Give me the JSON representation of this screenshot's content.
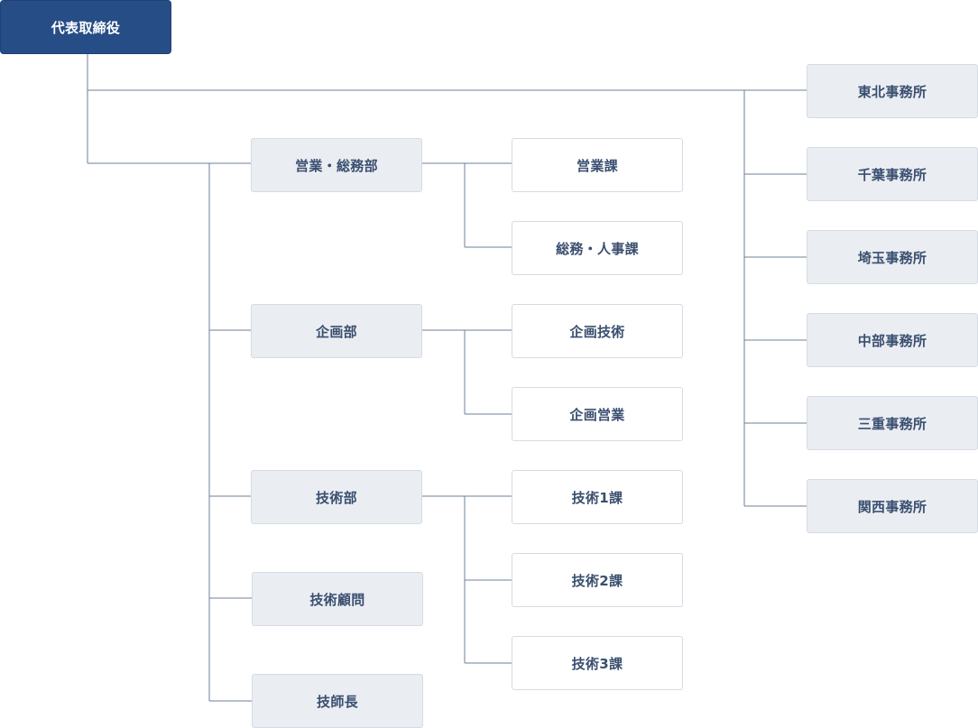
{
  "chart": {
    "root": {
      "label": "代表取締役"
    },
    "departments": [
      {
        "label": "営業・総務部"
      },
      {
        "label": "企画部"
      },
      {
        "label": "技術部"
      },
      {
        "label": "技術顧問"
      },
      {
        "label": "技師長"
      }
    ],
    "sections": [
      {
        "label": "営業課"
      },
      {
        "label": "総務・人事課"
      },
      {
        "label": "企画技術"
      },
      {
        "label": "企画営業"
      },
      {
        "label": "技術1課"
      },
      {
        "label": "技術2課"
      },
      {
        "label": "技術3課"
      }
    ],
    "offices": [
      {
        "label": "東北事務所"
      },
      {
        "label": "千葉事務所"
      },
      {
        "label": "埼玉事務所"
      },
      {
        "label": "中部事務所"
      },
      {
        "label": "三重事務所"
      },
      {
        "label": "関西事務所"
      }
    ]
  },
  "colors": {
    "root_fill": "#264d86",
    "box_fill": "#eaedf2",
    "section_fill": "#ffffff",
    "text": "#3a4f70",
    "connector": "#6e7f98"
  }
}
